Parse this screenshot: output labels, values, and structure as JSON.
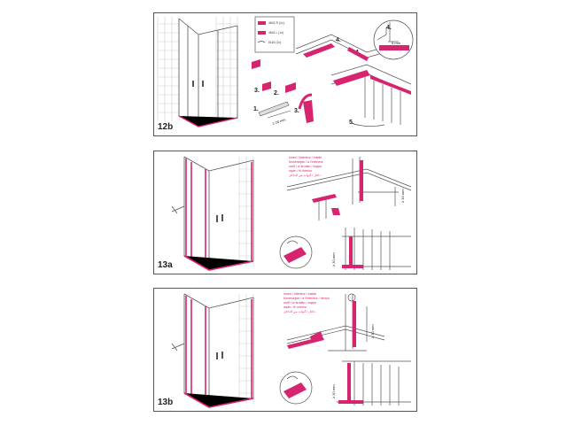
{
  "colors": {
    "accent": "#d6246e",
    "line": "#555555",
    "tile": "#cfcfcf"
  },
  "panels": [
    {
      "id": "12b",
      "label": "12b",
      "steps": [
        "1.",
        "2.",
        "3.",
        "3.",
        "4.",
        "4.",
        "5."
      ],
      "measure_main": "≥ 20 mm",
      "measure_small": "6 mm",
      "parts": [
        "4641 R (1x)",
        "4641 L (1x)",
        "6116 (1x)"
      ]
    },
    {
      "id": "13a",
      "label": "13a",
      "side_text": [
        "innen / interieur / inside",
        "binnenzijde / à l'intérieur",
        "unitř / w środku / wątpe",
        "wężn / th interior",
        "داخل / أدوات من الداخل"
      ],
      "measure_a": "≥ 30 mm",
      "measure_b": "≥ 30 mm"
    },
    {
      "id": "13b",
      "label": "13b",
      "side_text": [
        "innen / interieur / inside",
        "binnenzijde / à l'intérieur / dentro",
        "unitř / w środku / wątpe",
        "wężn / th interior",
        "داخل / أدوات من الداخل"
      ],
      "measure_a": "≥ 30 mm",
      "measure_b": "≥ 30 mm"
    }
  ]
}
